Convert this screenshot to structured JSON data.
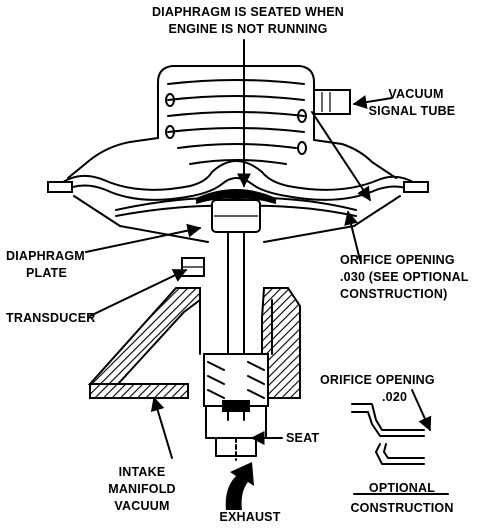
{
  "labels": {
    "top_line1": "DIAPHRAGM  IS SEATED WHEN",
    "top_line2": "ENGINE IS NOT  RUNNING",
    "vacuum_line1": "VACUUM",
    "vacuum_line2": "SIGNAL TUBE",
    "diaphragm_plate_line1": "DIAPHRAGM",
    "diaphragm_plate_line2": "PLATE",
    "orifice_line1": "ORIFICE OPENING",
    "orifice_line2": ".030 (SEE OPTIONAL",
    "orifice_line3": "CONSTRUCTION)",
    "transducer": "TRANSDUCER",
    "orifice2_line1": "ORIFICE OPENING",
    "orifice2_line2": ".020",
    "seat": "SEAT",
    "intake_line1": "INTAKE",
    "intake_line2": "MANIFOLD",
    "intake_line3": "VACUUM",
    "optional_line1": "OPTIONAL",
    "optional_line2": "CONSTRUCTION",
    "exhaust": "EXHAUST"
  }
}
